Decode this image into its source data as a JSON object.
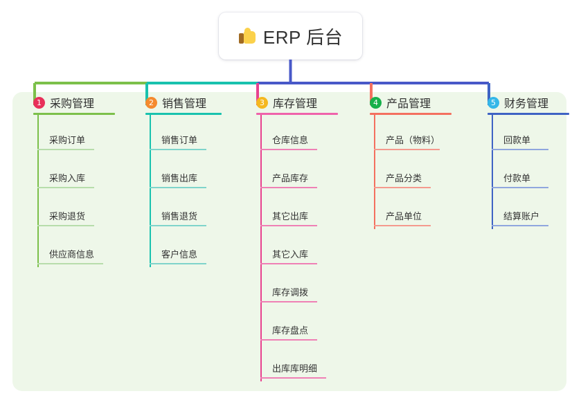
{
  "diagram": {
    "type": "mindmap",
    "title": "ERP 后台",
    "root": {
      "icon": "thumbs-up-icon",
      "label": "ERP 后台"
    },
    "panel_color": "#eef7e9",
    "trunk_color": "#4858c8",
    "branches": [
      {
        "index": "1",
        "label": "采购管理",
        "badge_color": "#e8305a",
        "rule_color": "#7cc04a",
        "line_color": "#7cc04a",
        "leaf_color": "#b7ddab",
        "items": [
          "采购订单",
          "采购入库",
          "采购退货",
          "供应商信息"
        ]
      },
      {
        "index": "2",
        "label": "销售管理",
        "badge_color": "#f58a2e",
        "rule_color": "#19c2ae",
        "line_color": "#19c2ae",
        "leaf_color": "#7fd4cb",
        "items": [
          "销售订单",
          "销售出库",
          "销售退货",
          "客户信息"
        ]
      },
      {
        "index": "3",
        "label": "库存管理",
        "badge_color": "#f5b820",
        "rule_color": "#ef63ab",
        "line_color": "#e8428f",
        "leaf_color": "#ef80b5",
        "items": [
          "仓库信息",
          "产品库存",
          "其它出库",
          "其它入库",
          "库存调拨",
          "库存盘点",
          "出库库明细"
        ]
      },
      {
        "index": "4",
        "label": "产品管理",
        "badge_color": "#16b04a",
        "rule_color": "#f4705f",
        "line_color": "#f4705f",
        "leaf_color": "#f59a8e",
        "items": [
          "产品（物料）",
          "产品分类",
          "产品单位"
        ]
      },
      {
        "index": "5",
        "label": "财务管理",
        "badge_color": "#35b7e8",
        "rule_color": "#3f63c4",
        "line_color": "#3f63c4",
        "leaf_color": "#8fa6de",
        "items": [
          "回款单",
          "付款单",
          "结算账户"
        ]
      }
    ]
  }
}
